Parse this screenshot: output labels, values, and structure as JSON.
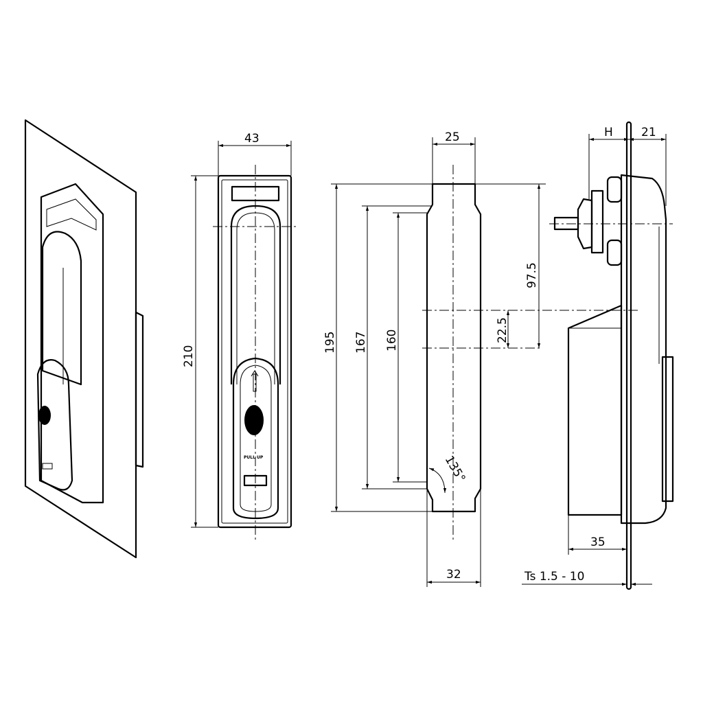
{
  "drawing": {
    "handle_marking": "PULL UP",
    "views": {
      "front": {
        "width_label": "43",
        "height_label": "210"
      },
      "section": {
        "top_width_label": "25",
        "bottom_width_label": "32",
        "overall_label": "195",
        "span_outer_label": "167",
        "span_inner_label": "160",
        "upper_offset_label": "97.5",
        "lower_offset_label": "22.5",
        "angle_label": "135°"
      },
      "side": {
        "h_label": "H",
        "depth_label": "21",
        "body_label": "35",
        "thickness_label": "Ts 1.5 - 10"
      }
    }
  }
}
